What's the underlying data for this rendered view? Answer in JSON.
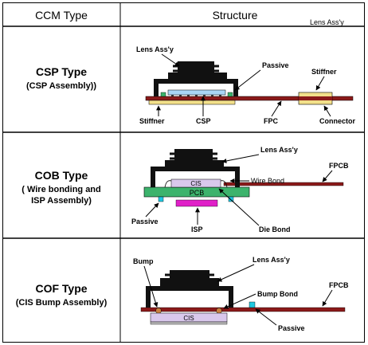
{
  "header": {
    "col1": "CCM Type",
    "col2": "Structure",
    "corner_label": "Lens Ass'y"
  },
  "rows": [
    {
      "type_name": "CSP Type",
      "type_desc": "(CSP Assembly))",
      "labels": {
        "lens": "Lens Ass'y",
        "passive": "Passive",
        "stiffner_right": "Stiffner",
        "stiffner_left": "Stiffner",
        "csp": "CSP",
        "fpc": "FPC",
        "connector": "Connector"
      }
    },
    {
      "type_name": "COB Type",
      "type_desc_1": "( Wire bonding and",
      "type_desc_2": "ISP Assembly)",
      "labels": {
        "lens": "Lens Ass'y",
        "fpcb": "FPCB",
        "cis": "CIS",
        "wire_bond": "Wire Bond",
        "pcb": "PCB",
        "passive": "Passive",
        "isp": "ISP",
        "die_bond": "Die Bond"
      }
    },
    {
      "type_name": "COF Type",
      "type_desc": "(CIS Bump Assembly)",
      "labels": {
        "bump": "Bump",
        "lens": "Lens Ass'y",
        "bump_bond": "Bump Bond",
        "fpcb": "FPCB",
        "cis": "CIS",
        "passive": "Passive"
      }
    }
  ],
  "colors": {
    "lens_black": "#111111",
    "fpc_red": "#8b1a1a",
    "stiffener_yellow": "#f2e08a",
    "chip_lightblue": "#a9d6f5",
    "pcb_green": "#3cb36c",
    "isp_magenta": "#e020c8",
    "cis_lavender": "#d9c8ec",
    "passive_cyan": "#20c8e0",
    "bump_orange": "#c88040"
  }
}
